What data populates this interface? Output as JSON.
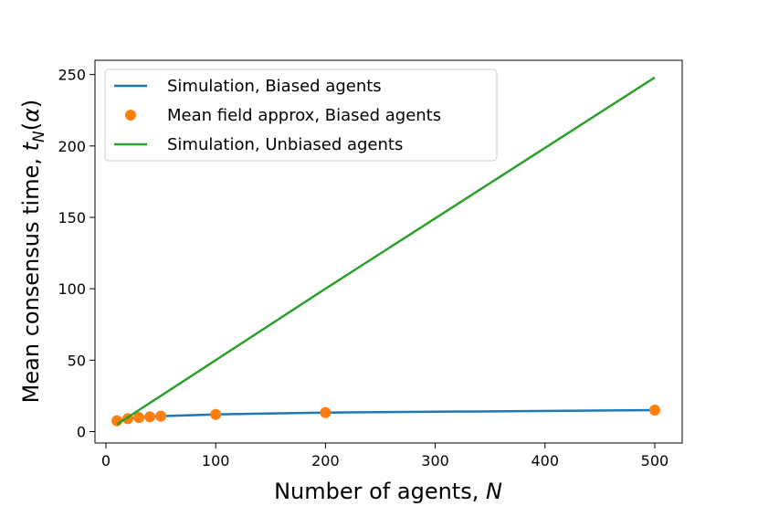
{
  "chart_data": {
    "type": "line",
    "xlabel": "Number of agents, N",
    "ylabel": "Mean consensus time, t_N(α)",
    "xlim": [
      -10,
      525
    ],
    "ylim": [
      -8,
      260
    ],
    "x_ticks": [
      0,
      100,
      200,
      300,
      400,
      500
    ],
    "y_ticks": [
      0,
      50,
      100,
      150,
      200,
      250
    ],
    "grid": false,
    "legend_position": "top-left",
    "series": [
      {
        "name": "Simulation, Biased agents",
        "kind": "line",
        "color": "#1f77b4",
        "x": [
          10,
          20,
          30,
          40,
          50,
          100,
          200,
          500
        ],
        "y": [
          7.5,
          9.0,
          9.8,
          10.3,
          10.8,
          12.0,
          13.3,
          15.0
        ]
      },
      {
        "name": "Mean field approx, Biased agents",
        "kind": "scatter",
        "color": "#ff7f0e",
        "x": [
          10,
          20,
          30,
          40,
          50,
          100,
          200,
          500
        ],
        "y": [
          7.5,
          9.0,
          9.8,
          10.3,
          10.8,
          12.0,
          13.3,
          15.0
        ]
      },
      {
        "name": "Simulation, Unbiased agents",
        "kind": "line",
        "color": "#2ca02c",
        "x": [
          10,
          20,
          30,
          40,
          50,
          100,
          200,
          500
        ],
        "y": [
          5,
          10,
          15,
          20,
          25,
          50,
          100,
          248
        ]
      }
    ]
  }
}
